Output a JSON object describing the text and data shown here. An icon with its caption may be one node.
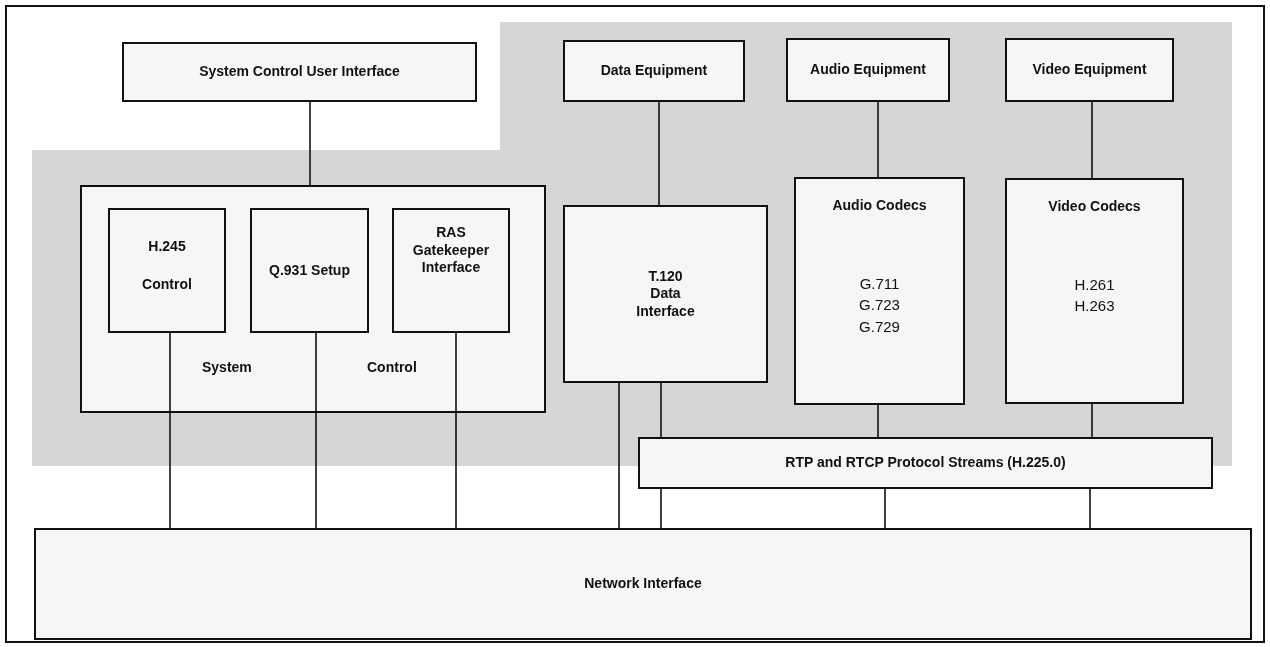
{
  "diagram": {
    "nodes": [
      {
        "text": [
          "System Control User Interface"
        ]
      },
      {
        "text": [
          "Data Equipment"
        ]
      },
      {
        "text": [
          "Audio Equipment"
        ]
      },
      {
        "text": [
          "Video Equipment"
        ]
      },
      {
        "text": [
          "System",
          "Control"
        ]
      },
      {
        "text": [
          "H.245",
          "Control"
        ],
        "in": 4
      },
      {
        "text": [
          "Q.931 Setup"
        ],
        "in": 4
      },
      {
        "text": [
          "RAS Gatekeeper Interface"
        ],
        "in": 4
      },
      {
        "text": [
          "T.120 Data Interface"
        ]
      },
      {
        "text": [
          "Audio Codecs",
          "G.711 G.723 G.729"
        ]
      },
      {
        "text": [
          "Video Codecs",
          "H.261 H.263"
        ]
      },
      {
        "text": [
          "RTP and RTCP Protocol Streams (H.225.0)"
        ]
      },
      {
        "text": [
          "Network Interface"
        ]
      }
    ],
    "edges": [
      {
        "from": 0,
        "to": 4,
        "arrow": "none"
      },
      {
        "from": 1,
        "to": 8,
        "arrow": "none"
      },
      {
        "from": 2,
        "to": 9,
        "arrow": "none"
      },
      {
        "from": 3,
        "to": 10,
        "arrow": "none"
      },
      {
        "from": 5,
        "to": 12,
        "arrow": "none"
      },
      {
        "from": 6,
        "to": 12,
        "arrow": "none"
      },
      {
        "from": 7,
        "to": 12,
        "arrow": "none"
      },
      {
        "from": 8,
        "to": 12,
        "arrow": "none"
      },
      {
        "from": 8,
        "to": 11,
        "arrow": "none"
      },
      {
        "from": 9,
        "to": 11,
        "arrow": "none"
      },
      {
        "from": 10,
        "to": 11,
        "arrow": "none"
      },
      {
        "from": 11,
        "to": 12,
        "arrow": "none"
      },
      {
        "from": 11,
        "to": 12,
        "arrow": "none"
      },
      {
        "from": 11,
        "to": 12,
        "arrow": "none"
      }
    ]
  }
}
